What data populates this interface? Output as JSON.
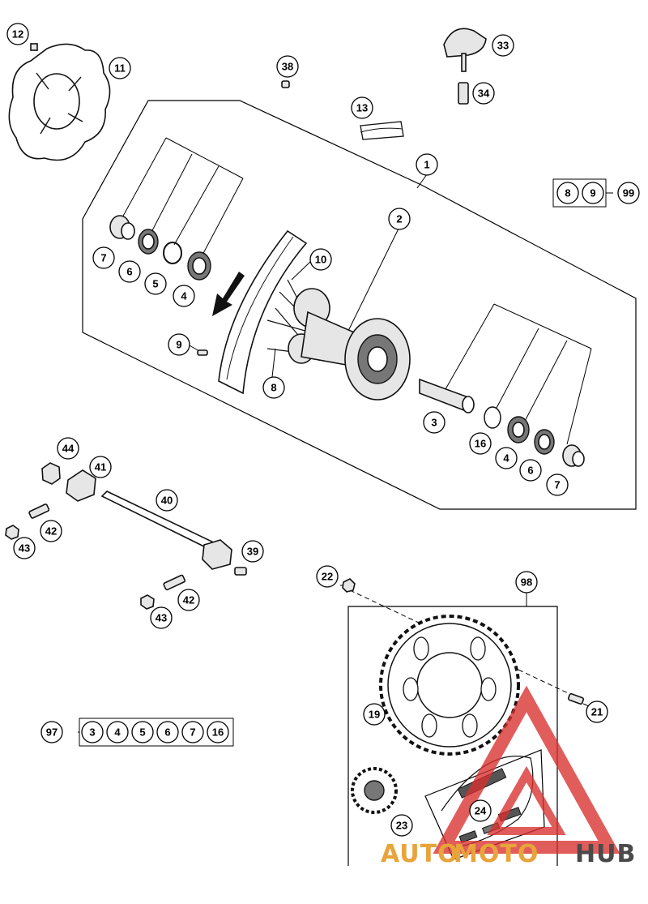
{
  "callouts": {
    "c1": "1",
    "c2": "2",
    "c3a": "3",
    "c3b": "3",
    "c4a": "4",
    "c4b": "4",
    "c5": "5",
    "c6a": "6",
    "c6b": "6",
    "c7a": "7",
    "c7b": "7",
    "c8a": "8",
    "c8b": "8",
    "c9a": "9",
    "c9b": "9",
    "c10": "10",
    "c11": "11",
    "c12": "12",
    "c13": "13",
    "c16": "16",
    "c19": "19",
    "c21": "21",
    "c22": "22",
    "c23": "23",
    "c24": "24",
    "c33": "33",
    "c34": "34",
    "c38": "38",
    "c39": "39",
    "c40": "40",
    "c41": "41",
    "c42a": "42",
    "c42b": "42",
    "c43a": "43",
    "c43b": "43",
    "c44": "44",
    "c97": "97",
    "c98": "98",
    "c99": "99"
  },
  "kit_97": {
    "label": "97",
    "items": [
      "3",
      "4",
      "5",
      "6",
      "7",
      "16"
    ]
  },
  "kit_99": {
    "label": "99",
    "items": [
      "8",
      "9"
    ]
  },
  "watermark": {
    "text_a": "AUTO",
    "text_b": "MOTO",
    "text_c": "HUB",
    "color_primary": "#e8a33a",
    "color_secondary": "#4a4a4a",
    "color_logo": "#d9302e"
  }
}
